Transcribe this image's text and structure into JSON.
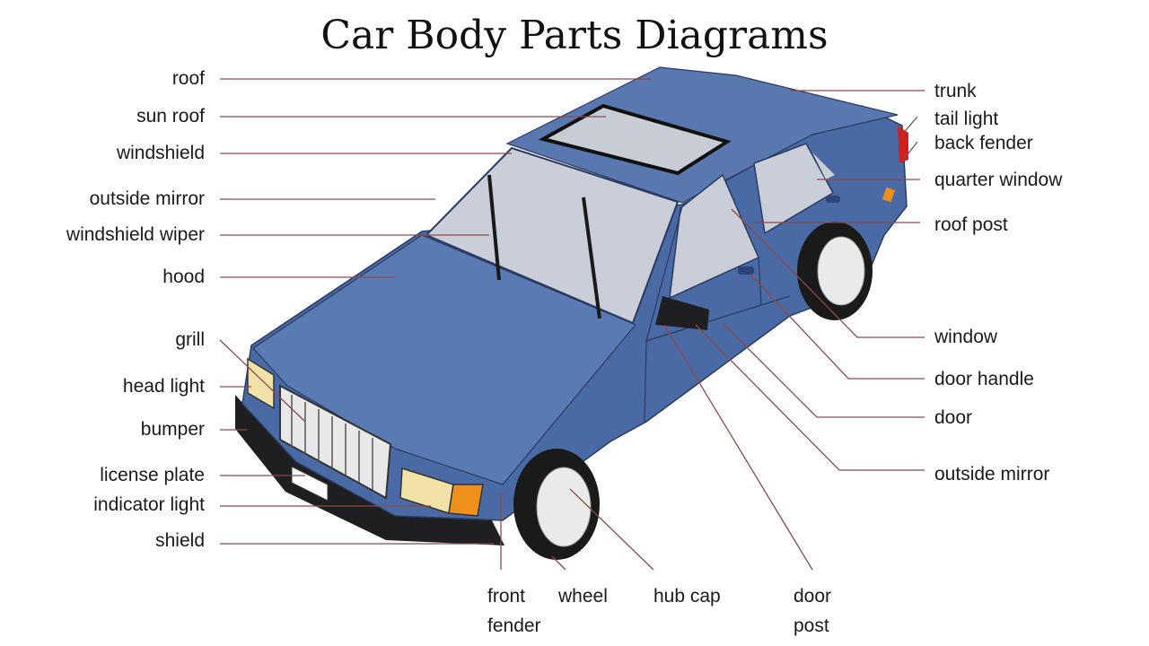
{
  "title": "Car Body Parts Diagrams",
  "colors": {
    "body": "#4a6aa6",
    "hood": "#5a7ab4",
    "glass": "#c9ced8",
    "leader": "#8b4a4a",
    "tail_light": "#d0201c",
    "indicator": "#f0901c"
  },
  "labels_left": [
    "roof",
    "sun roof",
    "windshield",
    "outside mirror",
    "windshield wiper",
    "hood",
    "grill",
    "head light",
    "bumper",
    "license plate",
    "indicator light",
    "shield"
  ],
  "labels_right": [
    "trunk",
    "tail light",
    "back fender",
    "quarter window",
    "roof post",
    "window",
    "door handle",
    "door",
    "outside mirror"
  ],
  "labels_bottom": [
    {
      "line1": "front",
      "line2": "fender"
    },
    {
      "line1": "wheel"
    },
    {
      "line1": "hub cap"
    },
    {
      "line1": "door",
      "line2": "post"
    }
  ]
}
